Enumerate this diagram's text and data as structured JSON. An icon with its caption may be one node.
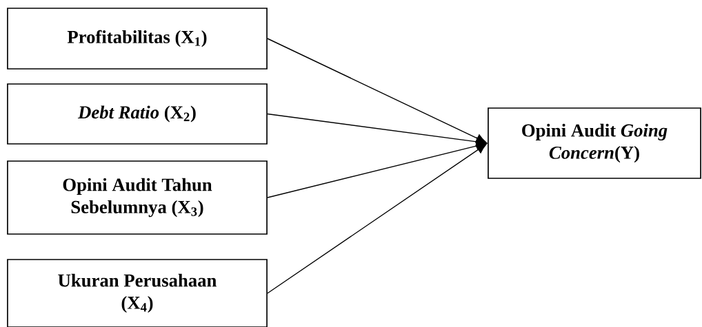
{
  "diagram": {
    "nodes": [
      {
        "text": [
          "Profitabilitas (X$_{1}$)"
        ]
      },
      {
        "text": [
          "*Debt Ratio* (X$_{2}$)"
        ]
      },
      {
        "text": [
          "Opini Audit Tahun Sebelumnya (X$_{3}$)"
        ]
      },
      {
        "text": [
          "Ukuran Perusahaan (X$_{4}$)"
        ]
      },
      {
        "text": [
          "Opini Audit *Going Concern*(Y)"
        ]
      }
    ],
    "edges": [
      {
        "from": 0,
        "to": 4,
        "arrow": "to"
      },
      {
        "from": 1,
        "to": 4,
        "arrow": "to"
      },
      {
        "from": 2,
        "to": 4,
        "arrow": "to"
      },
      {
        "from": 3,
        "to": 4,
        "arrow": "to"
      }
    ]
  }
}
